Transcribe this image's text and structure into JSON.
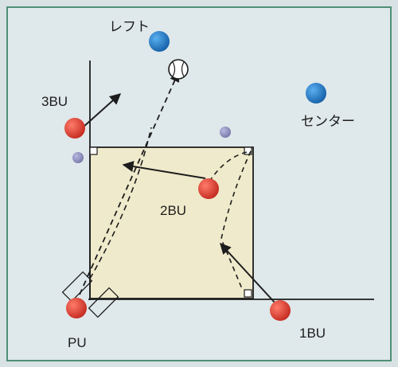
{
  "labels": {
    "left_fielder": "レフト",
    "center_fielder": "センター",
    "third_base_cover": "3BU",
    "second_base_cover": "2BU",
    "pitcher_cover": "PU",
    "first_base_cover": "1BU"
  },
  "colors": {
    "background": "#dfe8ea",
    "border": "#4f8f77",
    "infield": "#efeacb",
    "player_red": "#d73a2e",
    "player_blue": "#1e73c6",
    "runner": "#8e8fbf",
    "line": "#1d1d1d"
  },
  "icons": {
    "ball": "baseball-icon",
    "base": "base-icon"
  }
}
